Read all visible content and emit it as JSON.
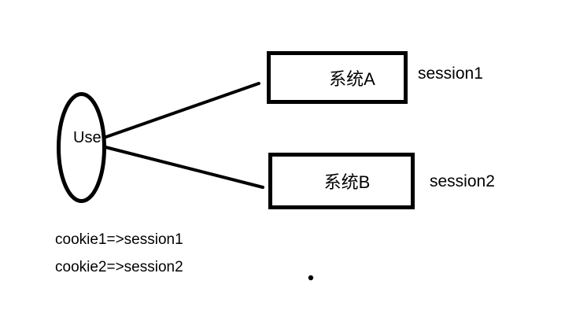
{
  "canvas": {
    "background": "#ffffff",
    "ink": "#000000"
  },
  "actor": {
    "label": "Use"
  },
  "systems": [
    {
      "label": "系统A",
      "session": "session1"
    },
    {
      "label": "系统B",
      "session": "session2"
    }
  ],
  "notes": {
    "lines": [
      "cookie1=>session1",
      "cookie2=>session2"
    ]
  }
}
